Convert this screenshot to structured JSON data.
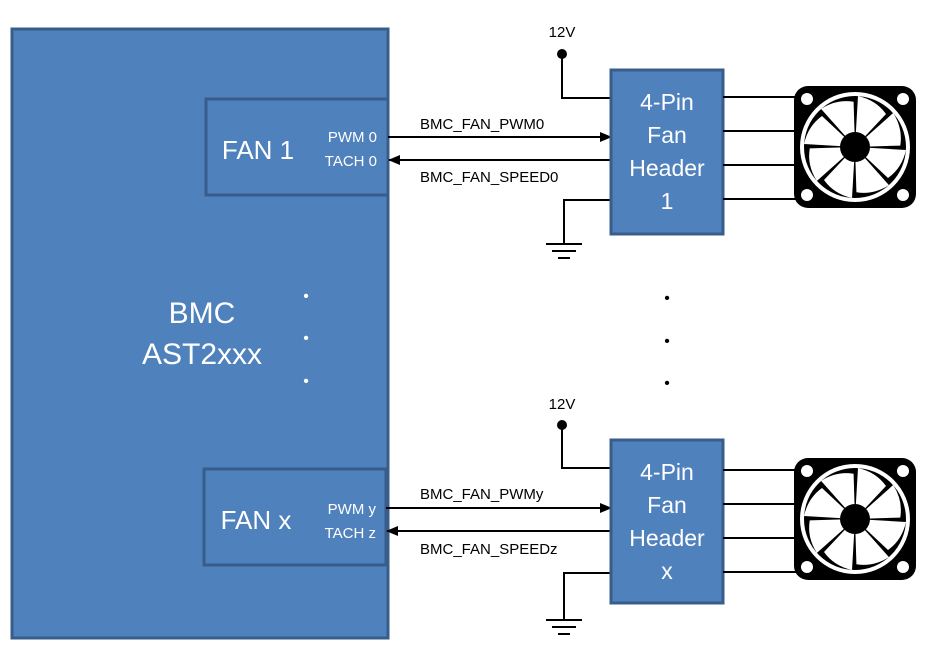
{
  "bmc": {
    "line1": "BMC",
    "line2": "AST2xxx",
    "dot": "•"
  },
  "fan_channels": [
    {
      "label": "FAN 1",
      "pwm_pin": "PWM 0",
      "tach_pin": "TACH 0",
      "pwm_signal": "BMC_FAN_PWM0",
      "speed_signal": "BMC_FAN_SPEED0",
      "supply": "12V",
      "header_lines": [
        "4-Pin",
        "Fan",
        "Header",
        "1"
      ]
    },
    {
      "label": "FAN x",
      "pwm_pin": "PWM y",
      "tach_pin": "TACH z",
      "pwm_signal": "BMC_FAN_PWMy",
      "speed_signal": "BMC_FAN_SPEEDz",
      "supply": "12V",
      "header_lines": [
        "4-Pin",
        "Fan",
        "Header",
        "x"
      ]
    }
  ],
  "ellipsis_dot": "•",
  "colors": {
    "box_fill": "#4f81bd",
    "box_stroke": "#385d8a",
    "text_on_box": "#ffffff",
    "wire": "#000000"
  },
  "icons": {
    "fan": "fan-icon",
    "ground": "ground-symbol-icon",
    "supply": "supply-node-icon"
  }
}
